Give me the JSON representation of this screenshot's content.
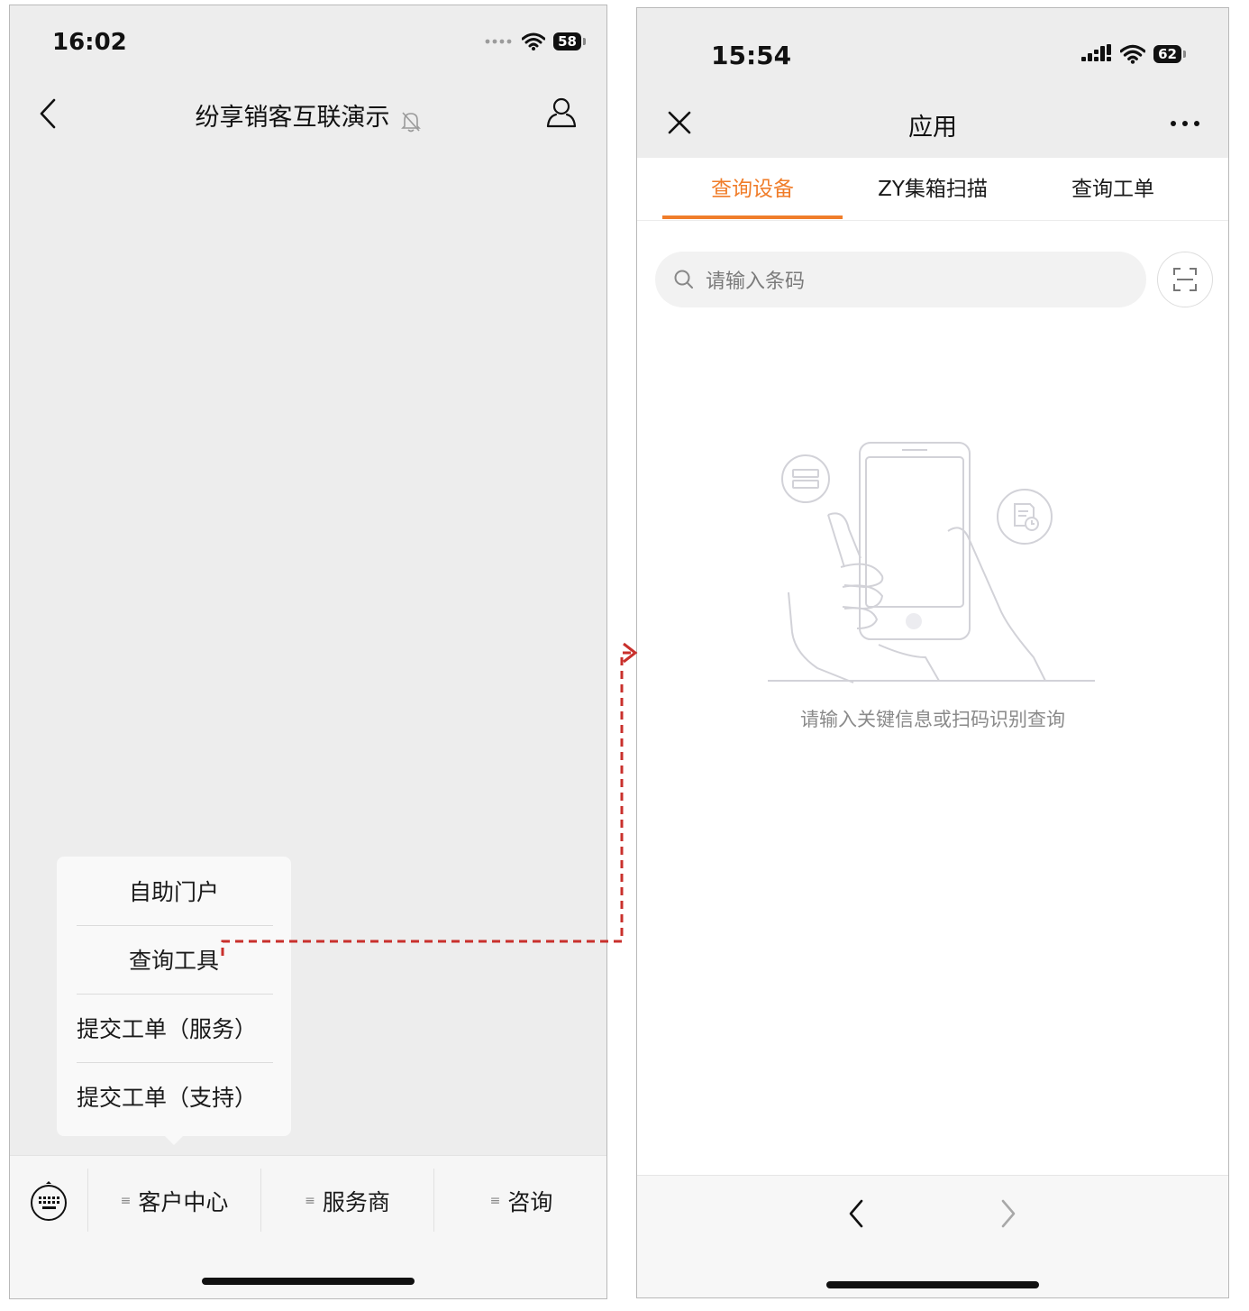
{
  "left_screen": {
    "status": {
      "time": "16:02",
      "battery": "58"
    },
    "title": "纷享销客互联演示",
    "popup_menu": [
      "自助门户",
      "查询工具",
      "提交工单（服务）",
      "提交工单（支持）"
    ],
    "bottom_menu": [
      "客户中心",
      "服务商",
      "咨询"
    ]
  },
  "right_screen": {
    "status": {
      "time": "15:54",
      "battery": "62"
    },
    "title": "应用",
    "tabs": [
      "查询设备",
      "ZY集箱扫描",
      "查询工单"
    ],
    "active_tab": 0,
    "search": {
      "placeholder": "请输入条码"
    },
    "empty_message": "请输入关键信息或扫码识别查询"
  },
  "colors": {
    "accent": "#f07d2a",
    "connector": "#c9302c"
  }
}
